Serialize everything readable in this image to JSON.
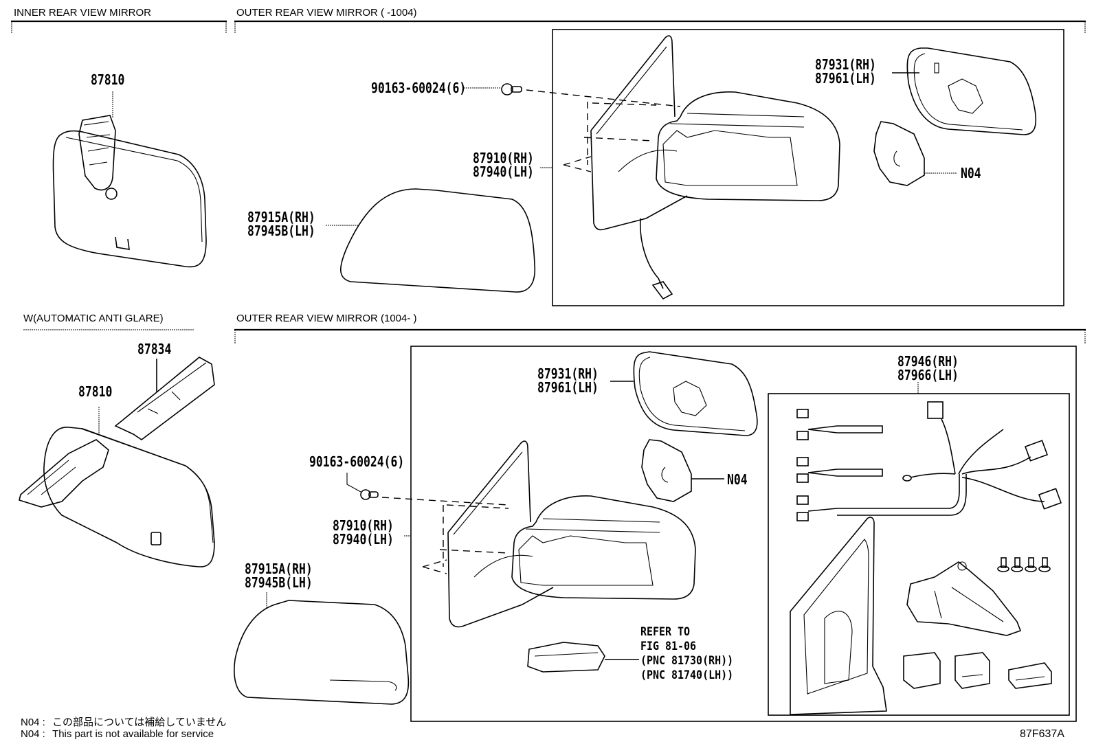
{
  "sections": {
    "inner_mirror": {
      "title": "INNER REAR VIEW MIRROR"
    },
    "outer_mirror_early": {
      "title": "OUTER REAR VIEW MIRROR (        -1004)"
    },
    "auto_anti_glare": {
      "title": "W(AUTOMATIC ANTI GLARE)"
    },
    "outer_mirror_late": {
      "title": "OUTER REAR VIEW MIRROR (1004-        )"
    }
  },
  "callouts": {
    "inner_mirror_part": "87810",
    "early_screw": "90163-60024(6)",
    "early_mirror_assy": [
      "87910(RH)",
      "87940(LH)"
    ],
    "early_mirror_glass": [
      "87915A(RH)",
      "87945B(LH)"
    ],
    "early_mirror_sub": [
      "87931(RH)",
      "87961(LH)"
    ],
    "early_n04": "N04",
    "aag_cover": "87834",
    "aag_mirror": "87810",
    "late_mirror_sub": [
      "87931(RH)",
      "87961(LH)"
    ],
    "late_n04": "N04",
    "late_harness": [
      "87946(RH)",
      "87966(LH)"
    ],
    "late_screw": "90163-60024(6)",
    "late_mirror_assy": [
      "87910(RH)",
      "87940(LH)"
    ],
    "late_cover": [
      "87915A(RH)",
      "87945B(LH)"
    ],
    "turn_signal_ref": [
      "REFER TO",
      "FIG 81-06",
      "(PNC 81730(RH))",
      "(PNC 81740(LH))"
    ]
  },
  "footnotes": [
    {
      "code": "N04 :",
      "text": "この部品については補給していません"
    },
    {
      "code": "N04 :",
      "text": "This part is not available for service"
    }
  ],
  "figure_id": "87F637A"
}
